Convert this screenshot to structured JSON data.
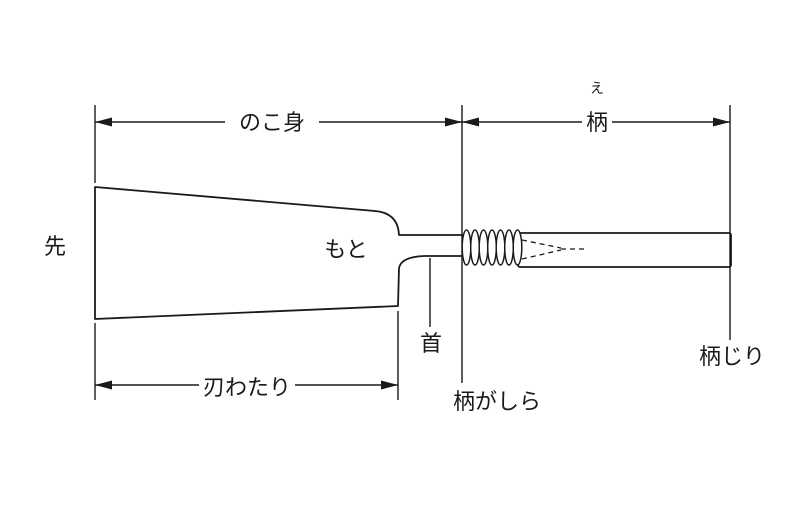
{
  "diagram": {
    "labels": {
      "blade_span": "のこ身",
      "handle_furigana": "え",
      "handle_span": "柄",
      "tip": "先",
      "base": "もと",
      "neck": "首",
      "blade_length": "刃わたり",
      "handle_head": "柄がしら",
      "handle_butt": "柄じり"
    },
    "colors": {
      "line": "#1a1a1a",
      "background": "#ffffff"
    }
  }
}
